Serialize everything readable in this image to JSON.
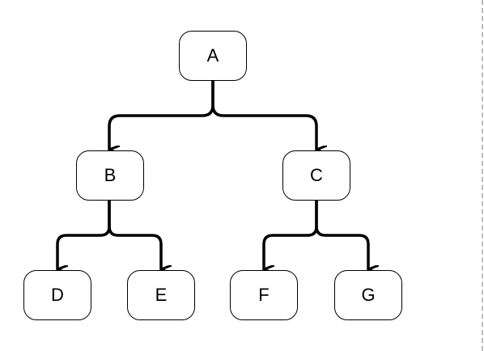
{
  "diagram": {
    "type": "tree",
    "nodes": {
      "A": "A",
      "B": "B",
      "C": "C",
      "D": "D",
      "E": "E",
      "F": "F",
      "G": "G"
    },
    "edges": [
      [
        "A",
        "B"
      ],
      [
        "A",
        "C"
      ],
      [
        "B",
        "D"
      ],
      [
        "B",
        "E"
      ],
      [
        "C",
        "F"
      ],
      [
        "C",
        "G"
      ]
    ]
  }
}
